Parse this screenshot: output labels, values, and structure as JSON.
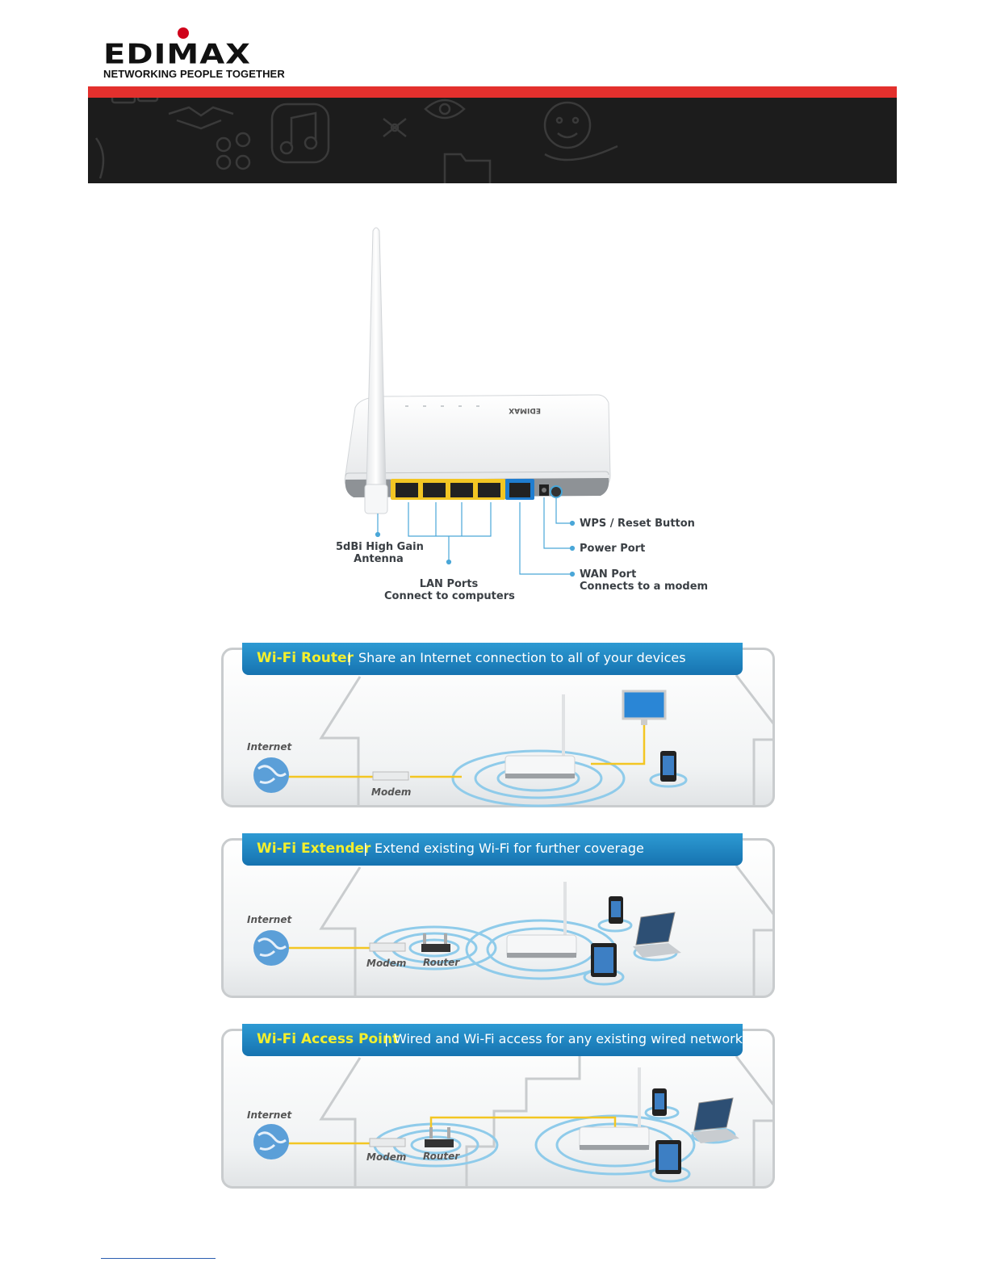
{
  "brand": {
    "name": "EDIMAX",
    "tagline": "NETWORKING PEOPLE TOGETHER",
    "colors": {
      "red": "#e3302d",
      "dark": "#1c1c1c",
      "blue": "#1673b0",
      "yellow": "#f3ef2d",
      "port_yellow": "#f3c623"
    }
  },
  "banner": {
    "icons": [
      "chat-bubbles-icon",
      "handshake-icon",
      "circles-icon",
      "music-note-icon",
      "network-icon",
      "eye-icon",
      "folder-icon",
      "smiley-hand-icon"
    ]
  },
  "router_callouts": {
    "antenna": {
      "line1": "5dBi High Gain",
      "line2": "Antenna"
    },
    "lan": {
      "line1": "LAN Ports",
      "line2": "Connect to computers"
    },
    "wps": "WPS / Reset Button",
    "power": "Power Port",
    "wan": {
      "line1": "WAN Port",
      "line2": "Connects to a modem"
    }
  },
  "panels": [
    {
      "title": "Wi-Fi Router",
      "separator": "|",
      "description": "Share an Internet connection to all of your devices",
      "labels": {
        "internet": "Internet",
        "modem": "Modem"
      }
    },
    {
      "title": "Wi-Fi Extender",
      "separator": "|",
      "description": "Extend existing Wi-Fi for further coverage",
      "labels": {
        "internet": "Internet",
        "modem": "Modem",
        "router": "Router"
      }
    },
    {
      "title": "Wi-Fi Access Point",
      "separator": "|",
      "description": "Wired and Wi-Fi access for any existing wired network",
      "labels": {
        "internet": "Internet",
        "modem": "Modem",
        "router": "Router"
      }
    }
  ]
}
